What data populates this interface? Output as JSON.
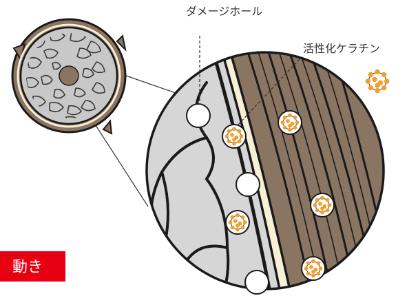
{
  "labels": {
    "damage_hole": "ダメージホール",
    "activated_keratin": "活性化ケラチン"
  },
  "banner": {
    "text": "動き",
    "color": "#e60012"
  },
  "colors": {
    "cortex_brown": "#8a7462",
    "cuticle_dark": "#5b4636",
    "medulla_gray": "#d6d6d6",
    "cream_band": "#f7efd6",
    "keratin_orange": "#f0a030",
    "outline": "#1a1a1a"
  }
}
